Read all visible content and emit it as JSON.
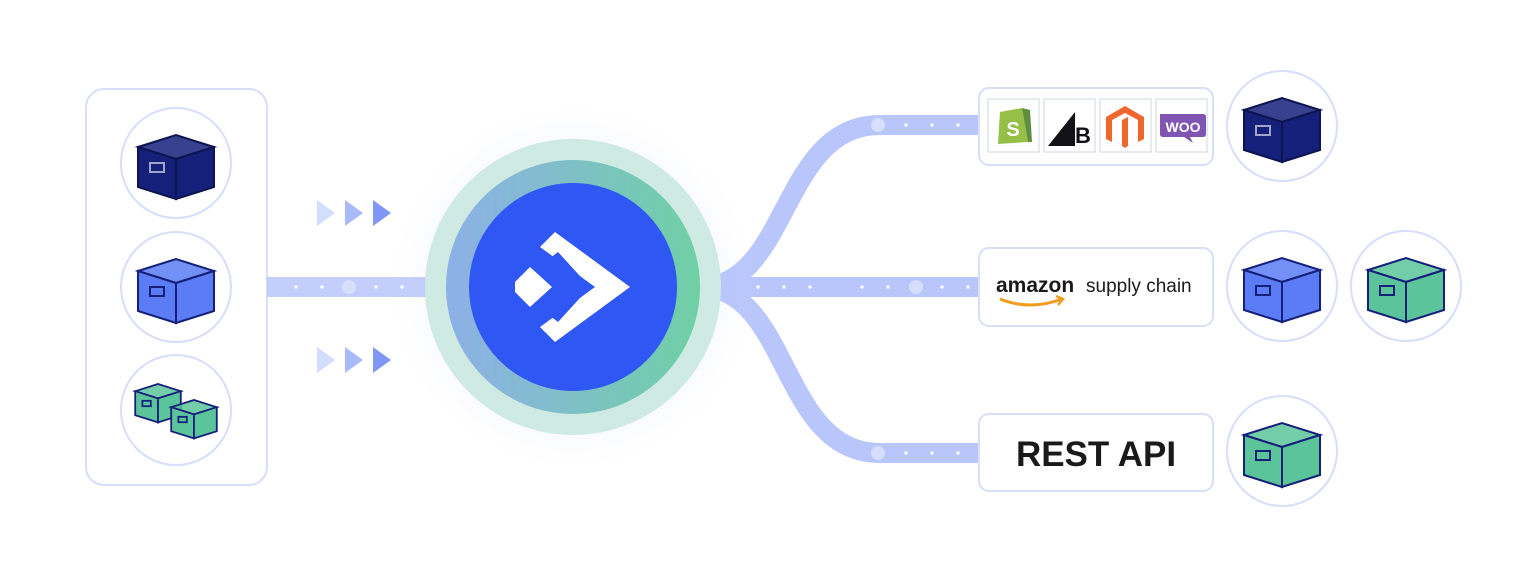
{
  "integrations": {
    "platforms": [
      "shopify-logo",
      "bigcommerce-logo",
      "magento-logo",
      "woocommerce-logo"
    ],
    "woo_text": "WOO",
    "amazon_word": "amazon",
    "amazon_suffix": "supply chain",
    "rest_api": "REST API"
  },
  "colors": {
    "brand_blue": "#2f57f3",
    "navy_box": "#15207a",
    "blue_box": "#5b7cf5",
    "green_box": "#5cc49a",
    "flow_line": "#b8c6fb",
    "card_border": "#d6defa"
  }
}
